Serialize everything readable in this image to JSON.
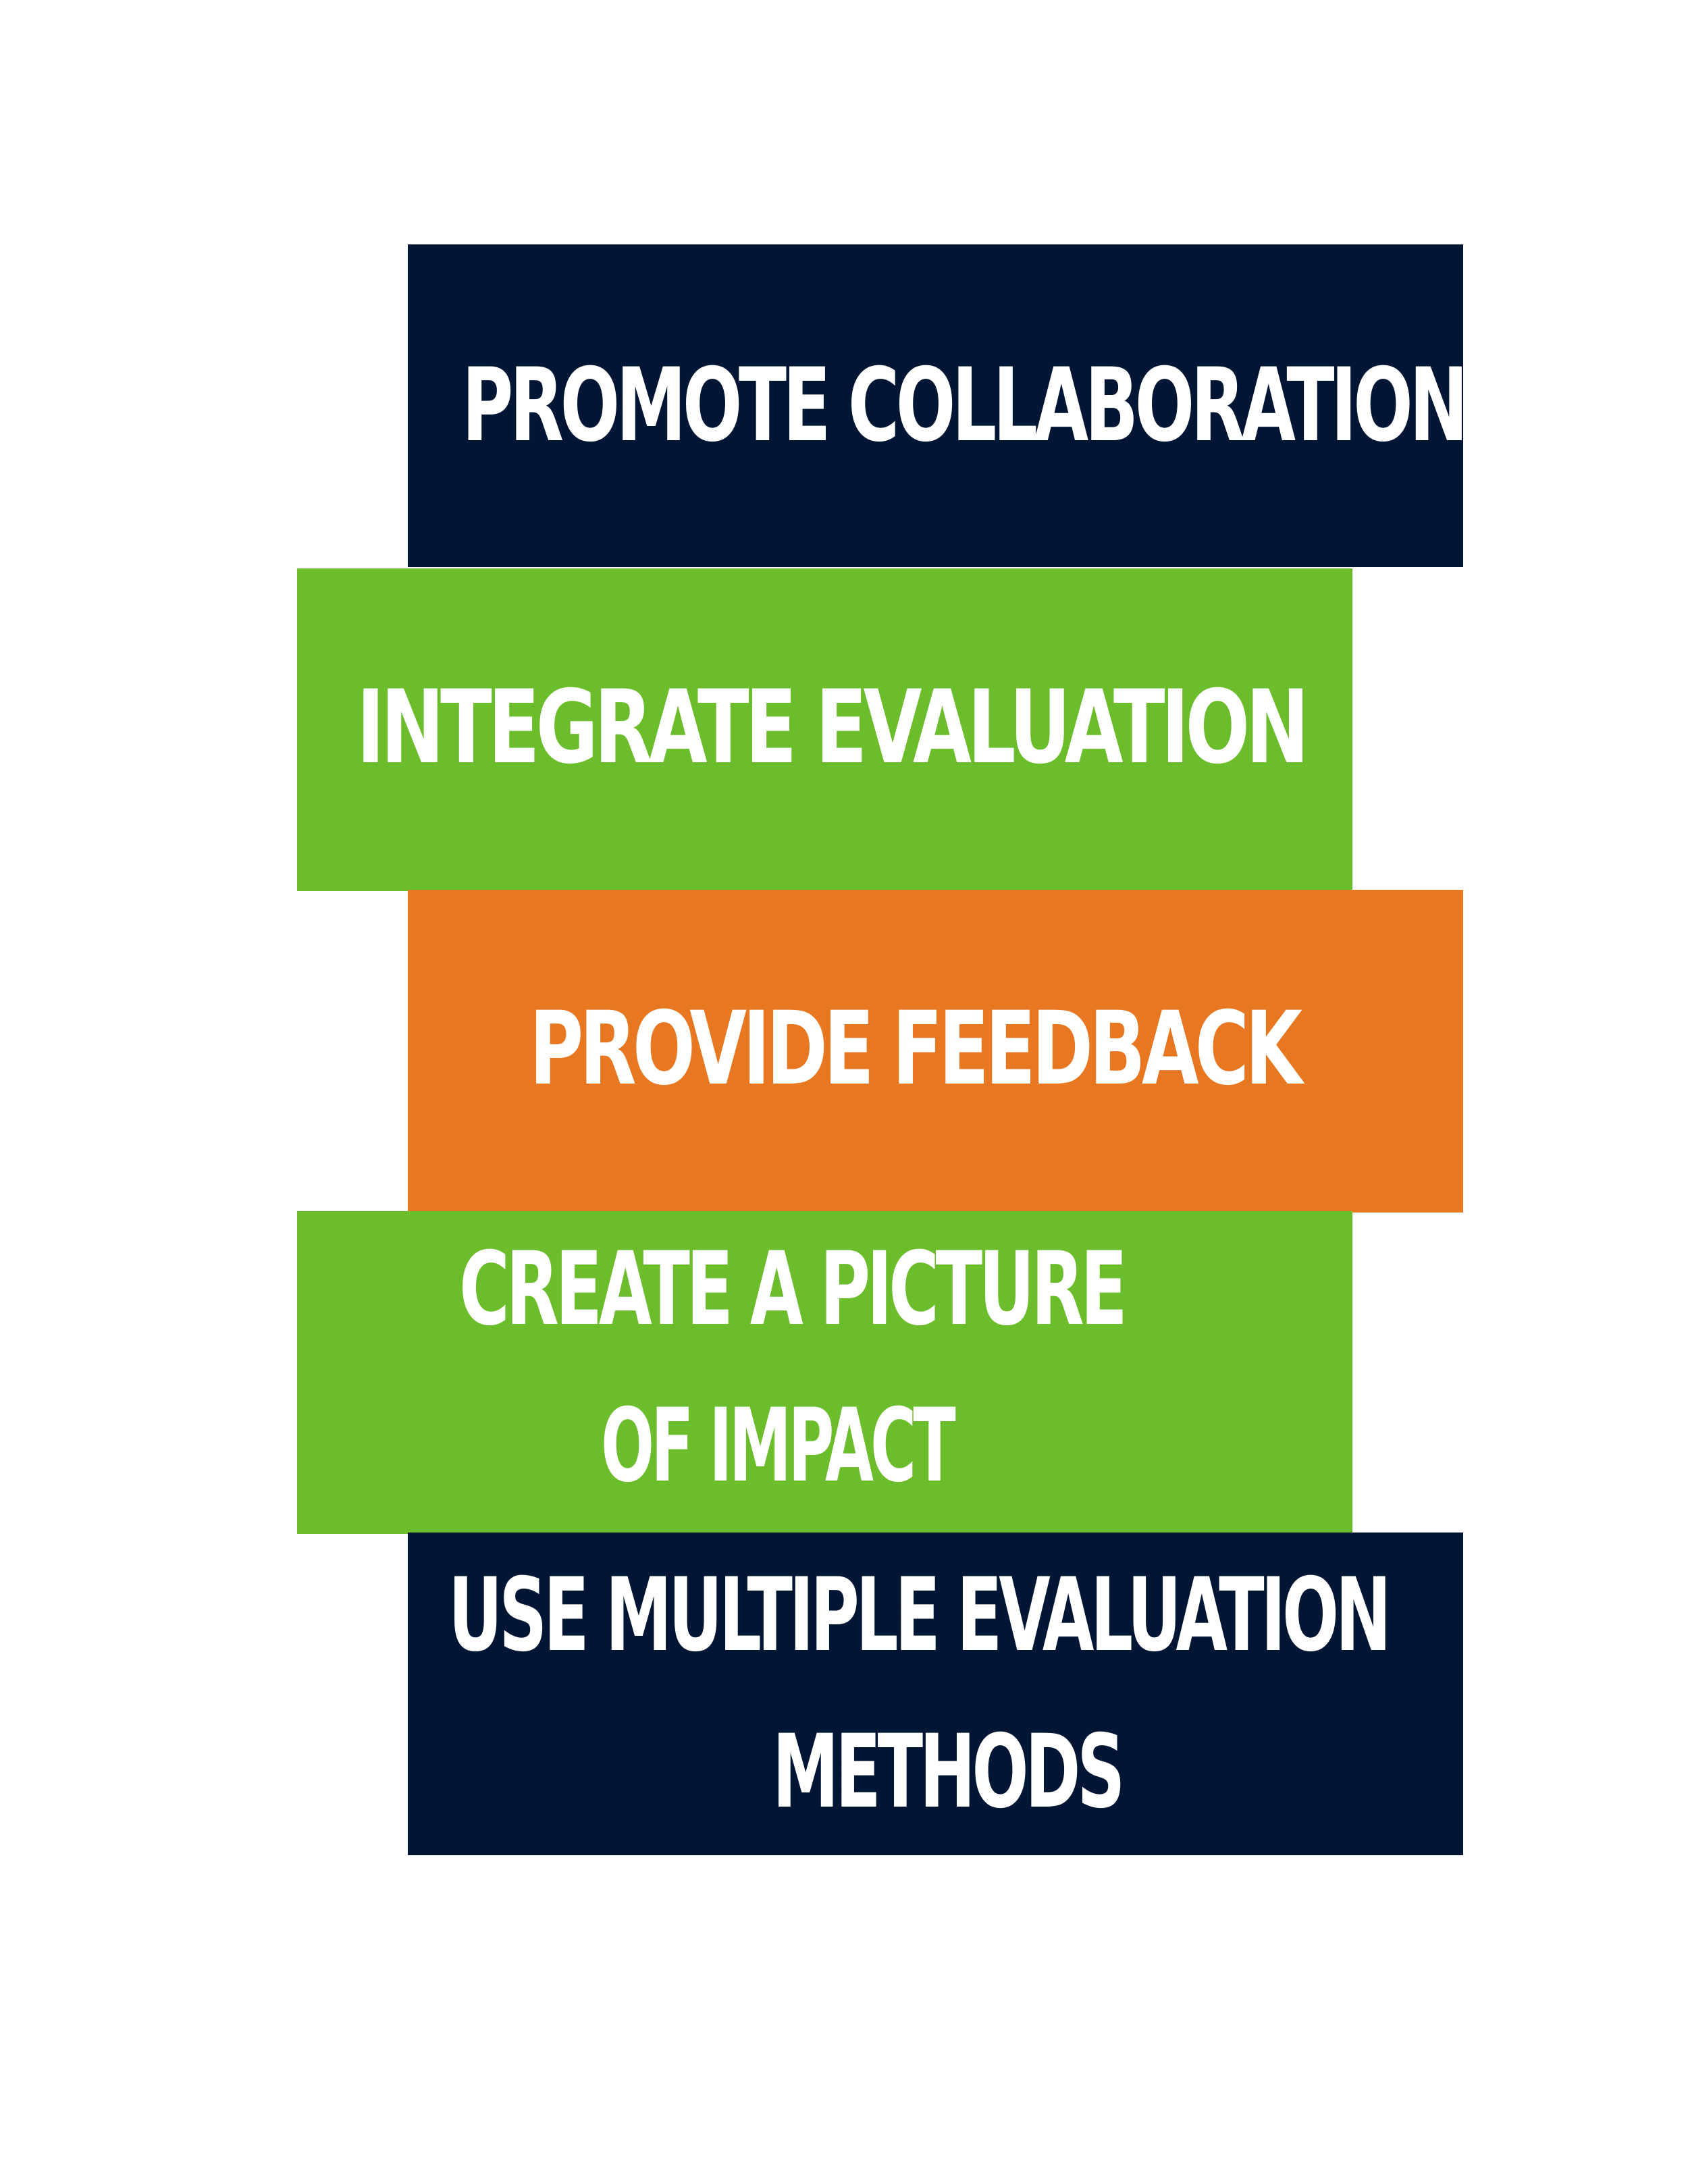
{
  "diagram": {
    "blocks": [
      {
        "id": "promote-collaboration",
        "lines": [
          "PROMOTE COLLABORATION"
        ],
        "color": "#011634"
      },
      {
        "id": "integrate-evaluation",
        "lines": [
          "INTEGRATE EVALUATION"
        ],
        "color": "#6bbd2b"
      },
      {
        "id": "provide-feedback",
        "lines": [
          "PROVIDE FEEDBACK"
        ],
        "color": "#e87722"
      },
      {
        "id": "create-picture-of-impact",
        "lines": [
          "CREATE A PICTURE",
          "OF IMPACT"
        ],
        "color": "#6bbd2b"
      },
      {
        "id": "use-multiple-evaluation-methods",
        "lines": [
          "USE MULTIPLE EVALUATION",
          "METHODS"
        ],
        "color": "#011634"
      }
    ],
    "text_color": "#ffffff"
  }
}
